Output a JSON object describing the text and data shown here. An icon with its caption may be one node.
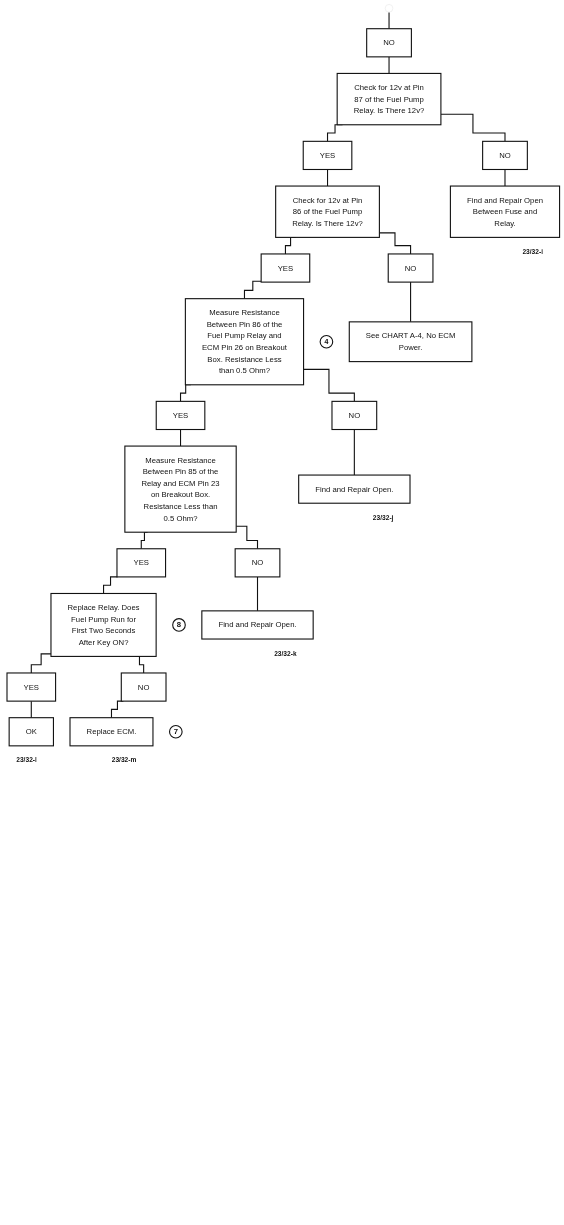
{
  "diagram": {
    "nodes": [
      {
        "text": [
          "NO"
        ]
      },
      {
        "text": [
          "Check for 12v at Pin 87 of the Fuel Pump Relay. Is There 12v?"
        ]
      },
      {
        "text": [
          "YES"
        ]
      },
      {
        "text": [
          "NO"
        ]
      },
      {
        "text": [
          "Check for 12v at Pin 86 of the Fuel Pump Relay. Is There 12v?"
        ]
      },
      {
        "text": [
          "Find and Repair Open Between Fuse and Relay."
        ],
        "beside": [
          "23/32-i"
        ]
      },
      {
        "text": [
          "YES"
        ]
      },
      {
        "text": [
          "NO"
        ]
      },
      {
        "text": [
          "4"
        ]
      },
      {
        "text": [
          "Measure Resistance Between Pin 86 of the Fuel Pump Relay and ECM Pin 26 on Breakout Box. Resistance Less than 0.5 Ohm?"
        ]
      },
      {
        "text": [
          "See CHART A-4, No ECM Power."
        ]
      },
      {
        "text": [
          "YES"
        ]
      },
      {
        "text": [
          "NO"
        ]
      },
      {
        "text": [
          "Measure Resistance Between Pin 85 of the Relay and ECM Pin 23 on Breakout Box. Resistance Less than 0.5 Ohm?"
        ]
      },
      {
        "text": [
          "Find and Repair Open."
        ],
        "beside": [
          "23/32-j"
        ]
      },
      {
        "text": [
          "YES"
        ]
      },
      {
        "text": [
          "NO"
        ]
      },
      {
        "text": [
          "8"
        ]
      },
      {
        "text": [
          "Replace Relay. Does Fuel Pump Run for First Two Seconds After Key ON?"
        ]
      },
      {
        "text": [
          "Find and Repair Open."
        ],
        "beside": [
          "23/32-k"
        ]
      },
      {
        "text": [
          "YES"
        ]
      },
      {
        "text": [
          "NO"
        ]
      },
      {
        "text": [
          "OK"
        ],
        "beside": [
          "23/32-l"
        ]
      },
      {
        "text": [
          "7"
        ]
      },
      {
        "text": [
          "Replace ECM."
        ],
        "beside": [
          "23/32-m"
        ]
      }
    ],
    "edges": [
      {
        "from": null,
        "to": 0,
        "arrow": "none"
      },
      {
        "from": 0,
        "to": 1,
        "arrow": "none"
      },
      {
        "from": 1,
        "to": 2,
        "arrow": "none"
      },
      {
        "from": 1,
        "to": 3,
        "arrow": "none"
      },
      {
        "from": 2,
        "to": 4,
        "arrow": "none"
      },
      {
        "from": 3,
        "to": 5,
        "arrow": "none"
      },
      {
        "from": 4,
        "to": 6,
        "arrow": "none"
      },
      {
        "from": 4,
        "to": 7,
        "arrow": "none"
      },
      {
        "from": 6,
        "to": 9,
        "arrow": "none"
      },
      {
        "from": 7,
        "to": 10,
        "arrow": "none"
      },
      {
        "from": 9,
        "to": 11,
        "arrow": "none"
      },
      {
        "from": 9,
        "to": 12,
        "arrow": "none"
      },
      {
        "from": 11,
        "to": 13,
        "arrow": "none"
      },
      {
        "from": 12,
        "to": 14,
        "arrow": "none"
      },
      {
        "from": 13,
        "to": 15,
        "arrow": "none"
      },
      {
        "from": 13,
        "to": 16,
        "arrow": "none"
      },
      {
        "from": 15,
        "to": 18,
        "arrow": "none"
      },
      {
        "from": 16,
        "to": 19,
        "arrow": "none"
      },
      {
        "from": 18,
        "to": 20,
        "arrow": "none"
      },
      {
        "from": 18,
        "to": 21,
        "arrow": "none"
      },
      {
        "from": 20,
        "to": 22,
        "arrow": "none"
      },
      {
        "from": 21,
        "to": 24,
        "arrow": "none"
      }
    ]
  }
}
